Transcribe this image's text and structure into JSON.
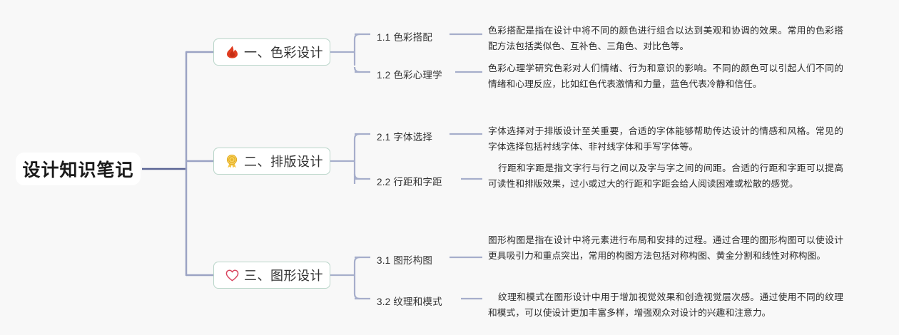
{
  "colors": {
    "background": "#f8f8f8",
    "node_border": "#b9d5c9",
    "node_fill": "#ffffff",
    "trunk_line": "#9ba3c4",
    "root_line": "#5a6494",
    "sub_line": "#a6aecb",
    "text": "#2b2b2b",
    "icon_fire": "#e03c20",
    "icon_medal": "#f5c542",
    "icon_heart": "#d9455f"
  },
  "root": {
    "label": "设计知识笔记"
  },
  "branches": [
    {
      "id": "color-design",
      "icon": "fire-icon",
      "icon_glyph": "🔥",
      "label": "一、色彩设计",
      "subtopics": [
        {
          "id": "color-matching",
          "label": "1.1 色彩搭配",
          "content": "色彩搭配是指在设计中将不同的颜色进行组合以达到美观和协调的效果。常用的色彩搭配方法包括类似色、互补色、三角色、对比色等。"
        },
        {
          "id": "color-psychology",
          "label": "1.2 色彩心理学",
          "content": "色彩心理学研究色彩对人们情绪、行为和意识的影响。不同的颜色可以引起人们不同的情绪和心理反应，比如红色代表激情和力量，蓝色代表冷静和信任。"
        }
      ]
    },
    {
      "id": "typography-design",
      "icon": "medal-icon",
      "icon_glyph": "🏅",
      "label": "二、排版设计",
      "subtopics": [
        {
          "id": "font-selection",
          "label": "2.1 字体选择",
          "content": "字体选择对于排版设计至关重要，合适的字体能够帮助传达设计的情感和风格。常见的字体选择包括衬线字体、非衬线字体和手写字体等。"
        },
        {
          "id": "line-letter-spacing",
          "label": "2.2 行距和字距",
          "content": "行距和字距是指文字行与行之间以及字与字之间的间距。合适的行距和字距可以提高可读性和排版效果，过小或过大的行距和字距会给人阅读困难或松散的感觉。"
        }
      ]
    },
    {
      "id": "graphic-design",
      "icon": "heart-outline-icon",
      "icon_glyph": "♡",
      "label": "三、图形设计",
      "subtopics": [
        {
          "id": "composition",
          "label": "3.1 图形构图",
          "content": "图形构图是指在设计中将元素进行布局和安排的过程。通过合理的图形构图可以使设计更具吸引力和重点突出，常用的构图方法包括对称构图、黄金分割和线性对称构图。"
        },
        {
          "id": "texture-pattern",
          "label": "3.2 纹理和模式",
          "content": "纹理和模式在图形设计中用于增加视觉效果和创造视觉层次感。通过使用不同的纹理和模式，可以使设计更加丰富多样，增强观众对设计的兴趣和注意力。"
        }
      ]
    }
  ]
}
